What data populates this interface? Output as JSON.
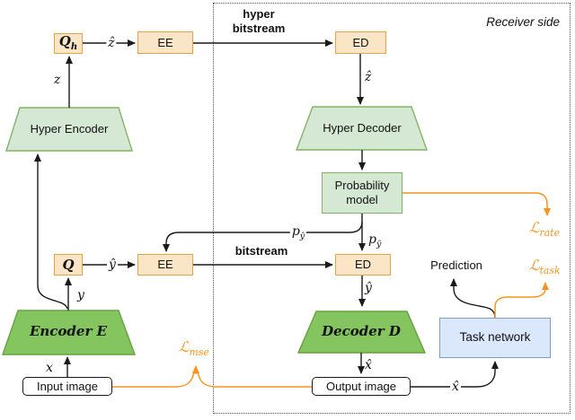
{
  "frame": {
    "receiver_side": "Receiver side"
  },
  "labels": {
    "hyper_line1": "hyper",
    "hyper_line2": "bitstream",
    "bitstream": "bitstream",
    "prediction": "Prediction"
  },
  "blocks": {
    "qh_base": "Q",
    "qh_sub": "h",
    "q": "Q",
    "ee": "EE",
    "ed": "ED",
    "hyper_encoder": "Hyper Encoder",
    "hyper_decoder": "Hyper Decoder",
    "probability_line1": "Probability",
    "probability_line2": "model",
    "encoder": "Encoder E",
    "decoder": "Decoder D",
    "task_network": "Task network",
    "input_image": "Input image",
    "output_image": "Output image"
  },
  "signals": {
    "z": "z",
    "z_hat": "ẑ",
    "y": "y",
    "y_hat": "ŷ",
    "x": "x",
    "x_hat": "x̂",
    "p_base": "p",
    "p_sub": "ŷ"
  },
  "losses": {
    "script_l": "ℒ",
    "rate_sub": "rate",
    "task_sub": "task",
    "mse_sub": "mse"
  },
  "colors": {
    "orange_accent": "#f7941e",
    "orange_box_fill": "#fbe5c7",
    "orange_box_border": "#e8a33e",
    "light_green_fill": "#d5e8d4",
    "light_green_border": "#82b366",
    "dark_green_fill": "#84c55f",
    "dark_green_border": "#67a23f",
    "blue_fill": "#dbe8fc",
    "blue_border": "#7d9ec9"
  }
}
